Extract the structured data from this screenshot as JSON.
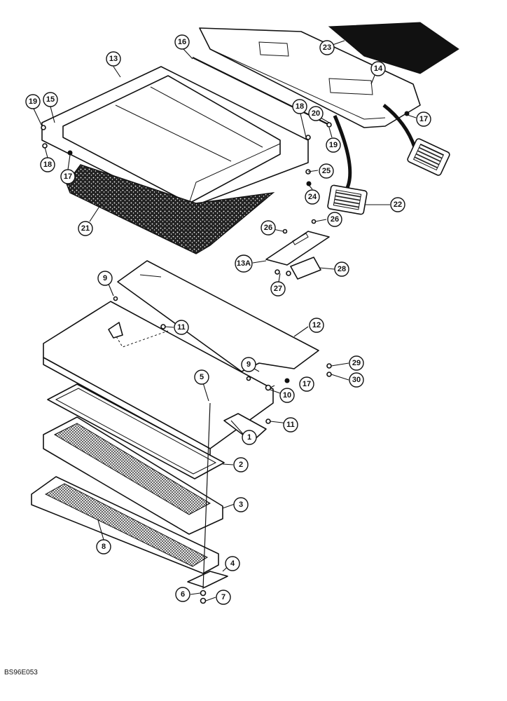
{
  "figure_code": "BS96E053",
  "callouts": {
    "c1": "1",
    "c2": "2",
    "c3": "3",
    "c4": "4",
    "c5": "5",
    "c6": "6",
    "c7": "7",
    "c8": "8",
    "c9a": "9",
    "c9b": "9",
    "c10": "10",
    "c11a": "11",
    "c11b": "11",
    "c12": "12",
    "c13": "13",
    "c13a": "13A",
    "c14": "14",
    "c15": "15",
    "c16": "16",
    "c17a": "17",
    "c17b": "17",
    "c17c": "17",
    "c18a": "18",
    "c18b": "18",
    "c19a": "19",
    "c19b": "19",
    "c20": "20",
    "c21": "21",
    "c22": "22",
    "c23": "23",
    "c24": "24",
    "c25": "25",
    "c26a": "26",
    "c26b": "26",
    "c27": "27",
    "c28": "28",
    "c29": "29",
    "c30": "30"
  }
}
